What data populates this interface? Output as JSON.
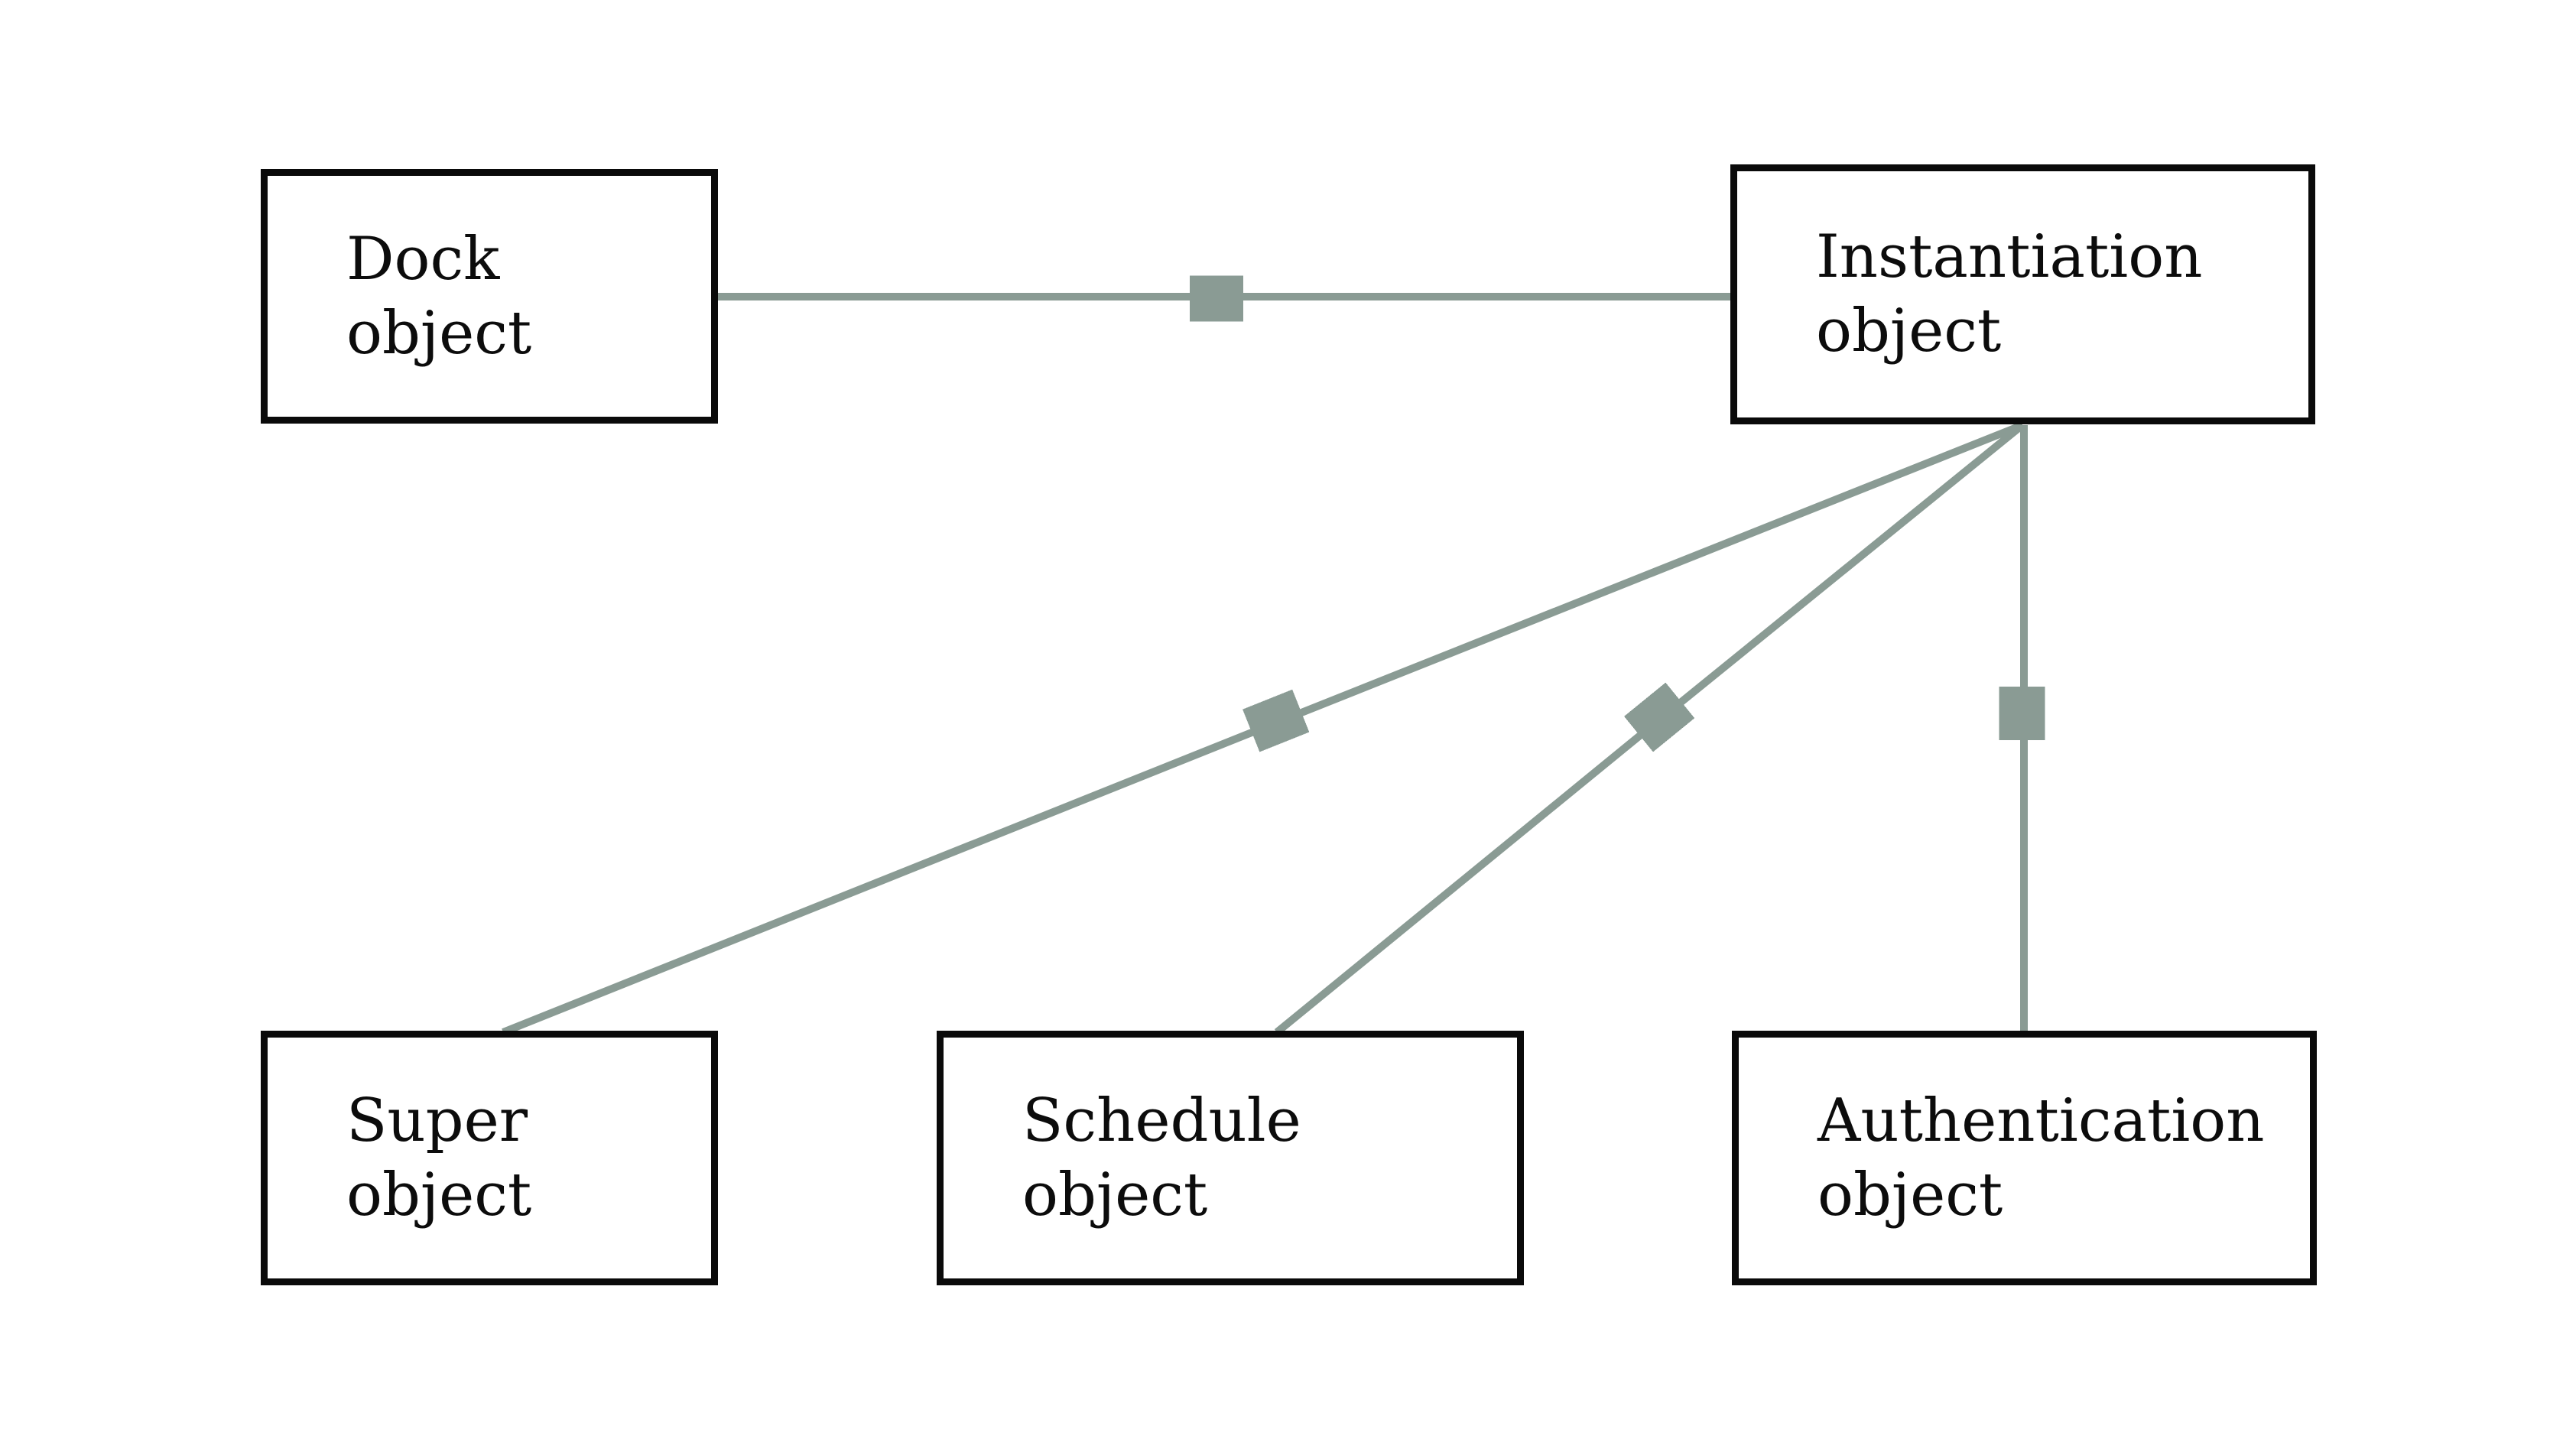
{
  "diagram": {
    "background": "#ffffff",
    "colors": {
      "arrow": "#8a9b94",
      "box_border": "#0a0a0a",
      "text": "#0c0c0c"
    },
    "nodes": [
      {
        "id": "dock",
        "line1": "Dock",
        "line2": "object"
      },
      {
        "id": "instantiation",
        "line1": "Instantiation",
        "line2": "object"
      },
      {
        "id": "super",
        "line1": "Super",
        "line2": "object"
      },
      {
        "id": "schedule",
        "line1": "Schedule",
        "line2": "object"
      },
      {
        "id": "authentication",
        "line1": "Authentication",
        "line2": "object"
      }
    ],
    "edges": [
      {
        "from": "Dock object",
        "to": "Instantiation object",
        "direction": "right"
      },
      {
        "from": "Instantiation object",
        "to": "Super object",
        "direction": "down-left"
      },
      {
        "from": "Instantiation object",
        "to": "Schedule object",
        "direction": "down-left"
      },
      {
        "from": "Instantiation object",
        "to": "Authentication object",
        "direction": "down"
      }
    ]
  }
}
